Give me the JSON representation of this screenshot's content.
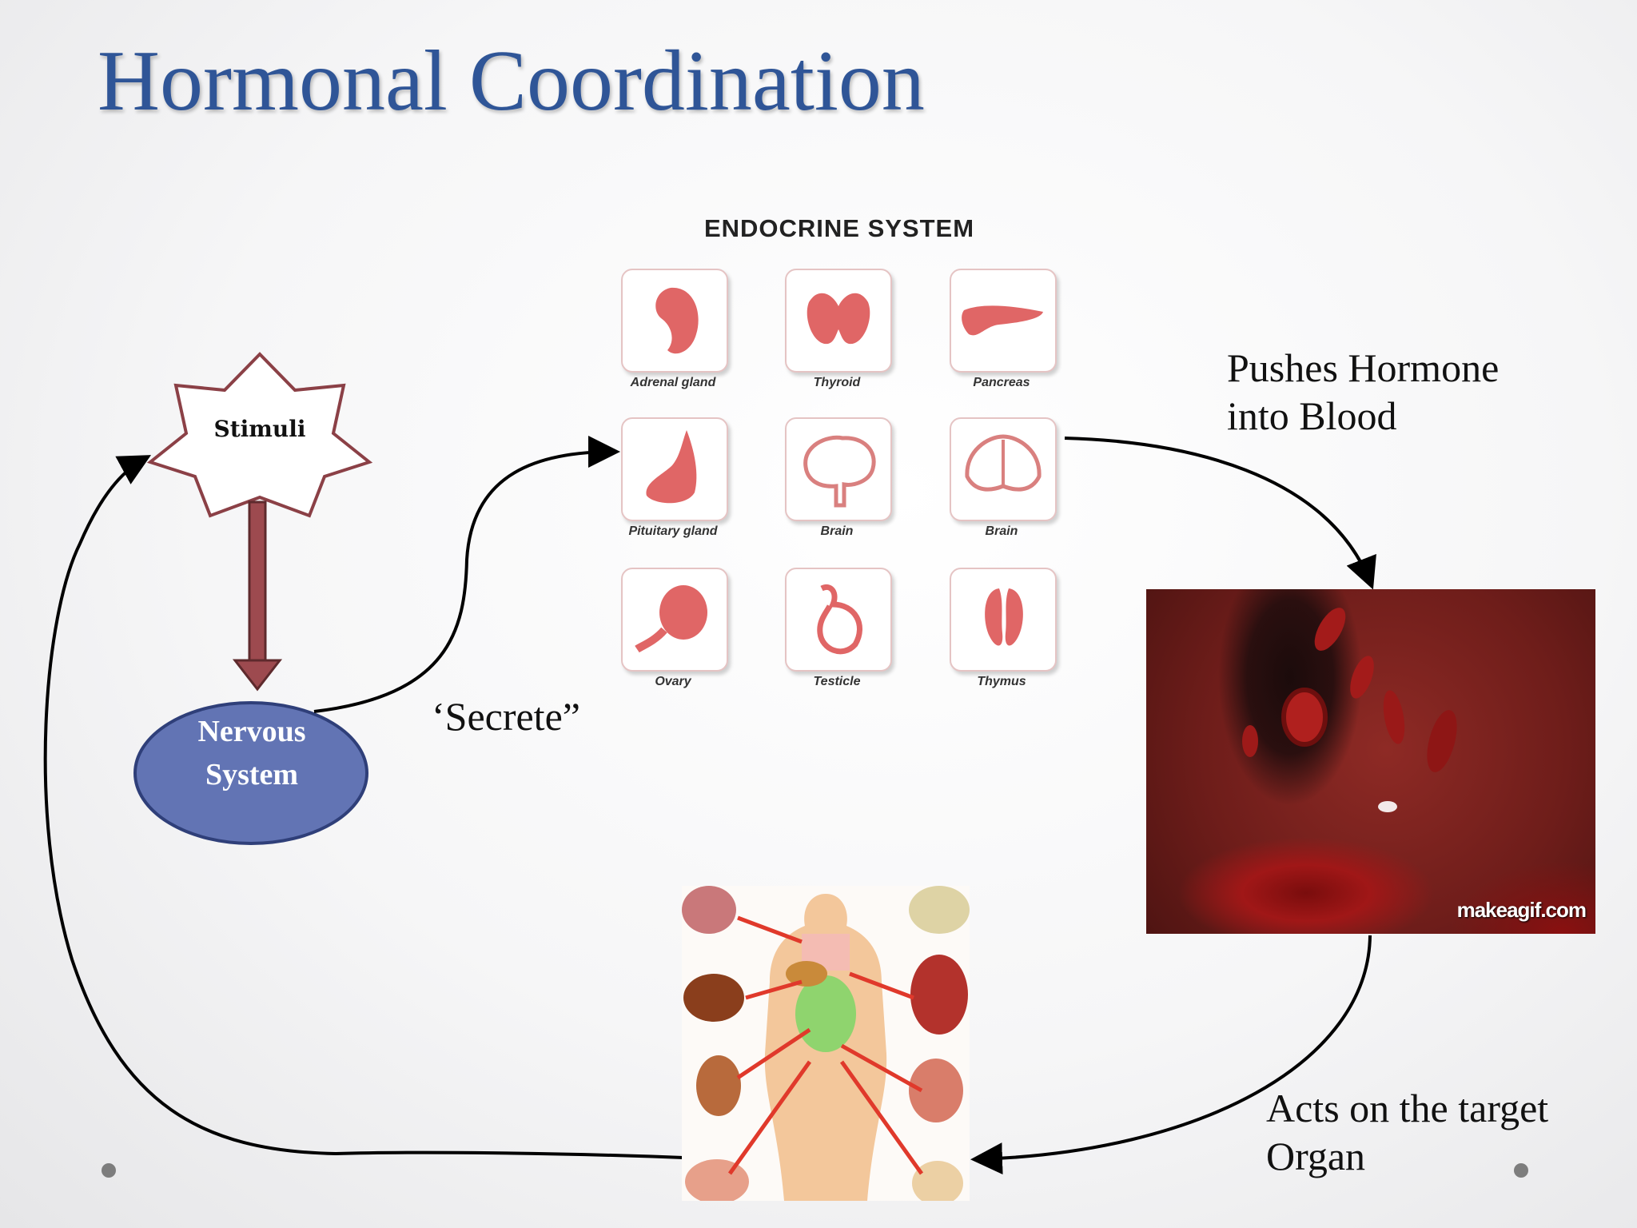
{
  "title": "Hormonal Coordination",
  "stimuli_label": "Stimuli",
  "nervous_system_label": [
    "Nervous",
    "System"
  ],
  "secrete_label": "‘Secrete”",
  "pushes_label": [
    "Pushes Hormone",
    "into Blood"
  ],
  "acts_label": [
    "Acts on the target",
    "Organ"
  ],
  "endocrine": {
    "title": "ENDOCRINE SYSTEM",
    "glands": [
      "Adrenal gland",
      "Thyroid",
      "Pancreas",
      "Pituitary gland",
      "Brain",
      "Brain",
      "Ovary",
      "Testicle",
      "Thymus"
    ]
  },
  "blood_image": {
    "watermark": "makeagif.com"
  },
  "colors": {
    "title": "#2f5597",
    "star_fill": "#ffffff",
    "star_stroke": "#8b4046",
    "ellipse_fill": "#6274b4",
    "ellipse_stroke": "#2f3f79",
    "block_arrow": "#9d4a4f",
    "organ_icon": "#e06666"
  }
}
